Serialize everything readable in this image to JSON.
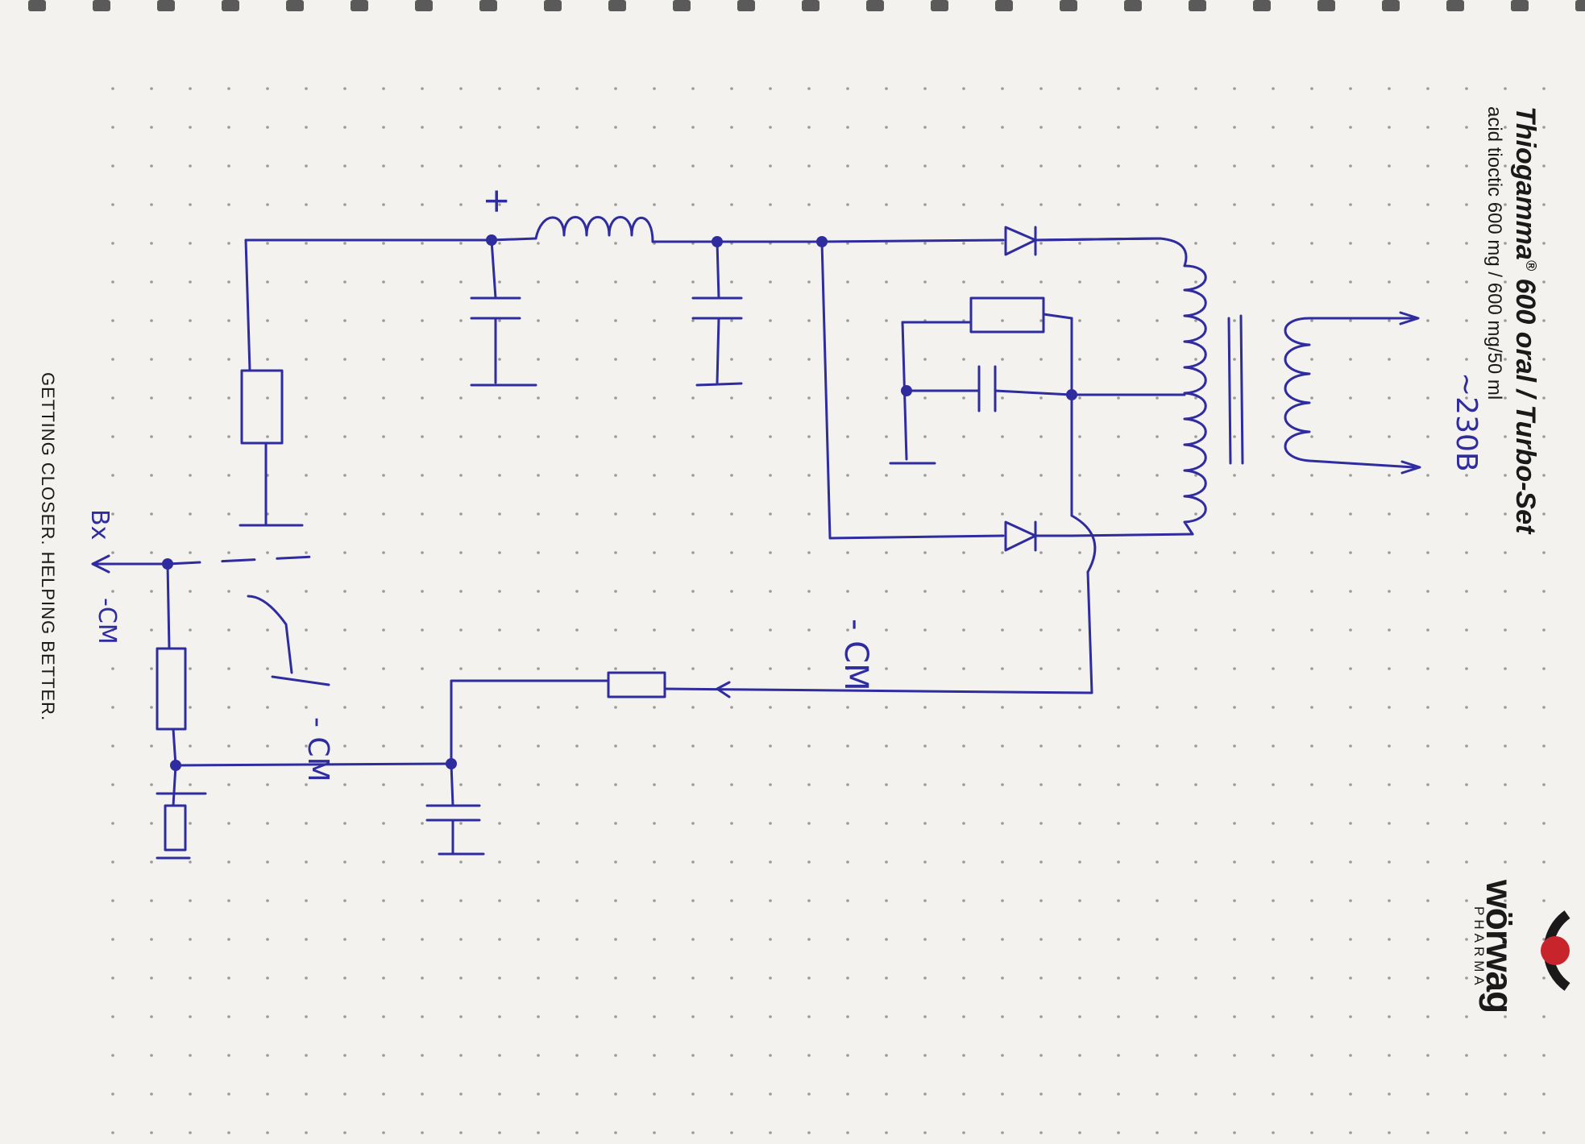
{
  "sheet": {
    "paper_color": "#f3f2ee",
    "ink_color": "#2f2ca0",
    "product_title_name": "Thiogamma",
    "product_title_mark": "®",
    "product_title_rest": "600 oral / Turbo-Set",
    "product_subtitle": "acid tioctic 600 mg / 600 mg/50 ml",
    "logo_text": "wörwag",
    "logo_subtext": "PHARMA",
    "logo_color": "#c8242b",
    "slogan": "GETTING CLOSER. HELPING BETTER."
  },
  "schematic_labels": {
    "mains_voltage": "~230B",
    "output": "Bx",
    "negative_1": "-CM",
    "negative_2": "- CM",
    "negative_3": "- CM",
    "positive": "+"
  }
}
